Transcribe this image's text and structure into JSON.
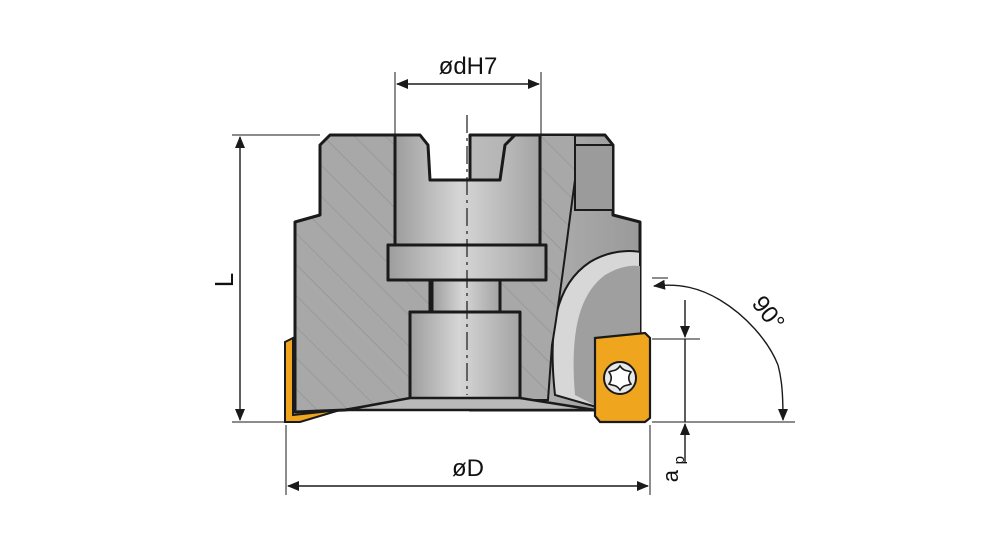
{
  "labels": {
    "bore": "ødH7",
    "length": "L",
    "angle": "90°",
    "diameter": "øD",
    "depth_main": "a",
    "depth_sub": "p"
  },
  "colors": {
    "body": "#a9a9a9",
    "body_light": "#c8c8c8",
    "bore": "#bdbdbd",
    "insert": "#f0a51e",
    "insert_dark": "#c98512",
    "line": "#1a1a1a",
    "hatch": "#8c8c8c"
  }
}
